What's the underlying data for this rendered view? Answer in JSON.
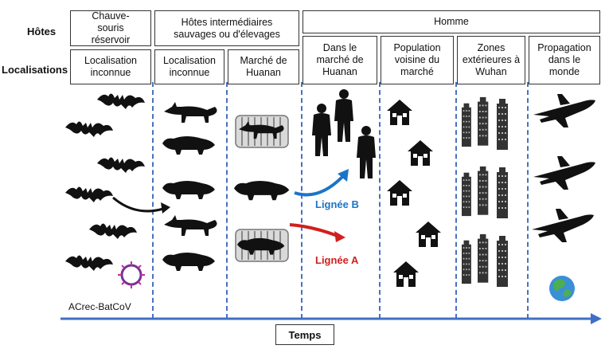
{
  "row_labels": {
    "hosts": "Hôtes",
    "locations": "Localisations"
  },
  "hosts": {
    "reservoir": "Chauve-souris réservoir",
    "intermediate": "Hôtes intermédiaires sauvages ou d'élevages",
    "human": "Homme"
  },
  "locations": [
    "Localisation inconnue",
    "Localisation inconnue",
    "Marché de Huanan",
    "Dans le marché de Huanan",
    "Population voisine du marché",
    "Zones extérieures à Wuhan",
    "Propagation dans le monde"
  ],
  "lineages": {
    "b": "Lignée B",
    "a": "Lignée A"
  },
  "virus_label": "ACrec-BatCoV",
  "time_axis_label": "Temps",
  "colors": {
    "dashed_line": "#4a6fc4",
    "lineage_b": "#1a75c9",
    "lineage_a": "#d0201e",
    "time_arrow": "#3f6fc6"
  }
}
